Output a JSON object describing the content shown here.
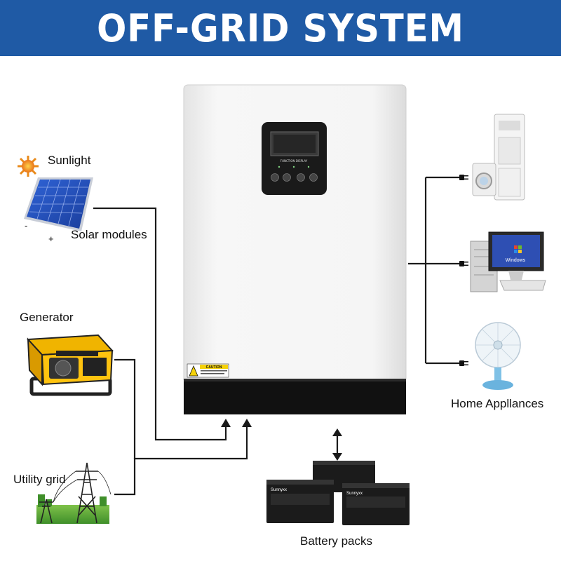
{
  "title": "OFF-GRID SYSTEM",
  "labels": {
    "sunlight": "Sunlight",
    "solar_modules": "Solar modules",
    "minus": "-",
    "plus": "+",
    "generator": "Generator",
    "utility_grid": "Utility grid",
    "battery_packs": "Battery packs",
    "home_appliances": "Home Appllances"
  },
  "inverter": {
    "display_label": "FUNCTION DISPLAY",
    "caution_label": "CAUTION"
  },
  "battery_brand": "Sunnyxx",
  "monitor_text": "Windows",
  "colors": {
    "banner": "#1f5aa5",
    "wire": "#1a1a1a",
    "inverter_body": "#f2f2f2",
    "inverter_base": "#111111",
    "caution": "#f5d20a"
  }
}
